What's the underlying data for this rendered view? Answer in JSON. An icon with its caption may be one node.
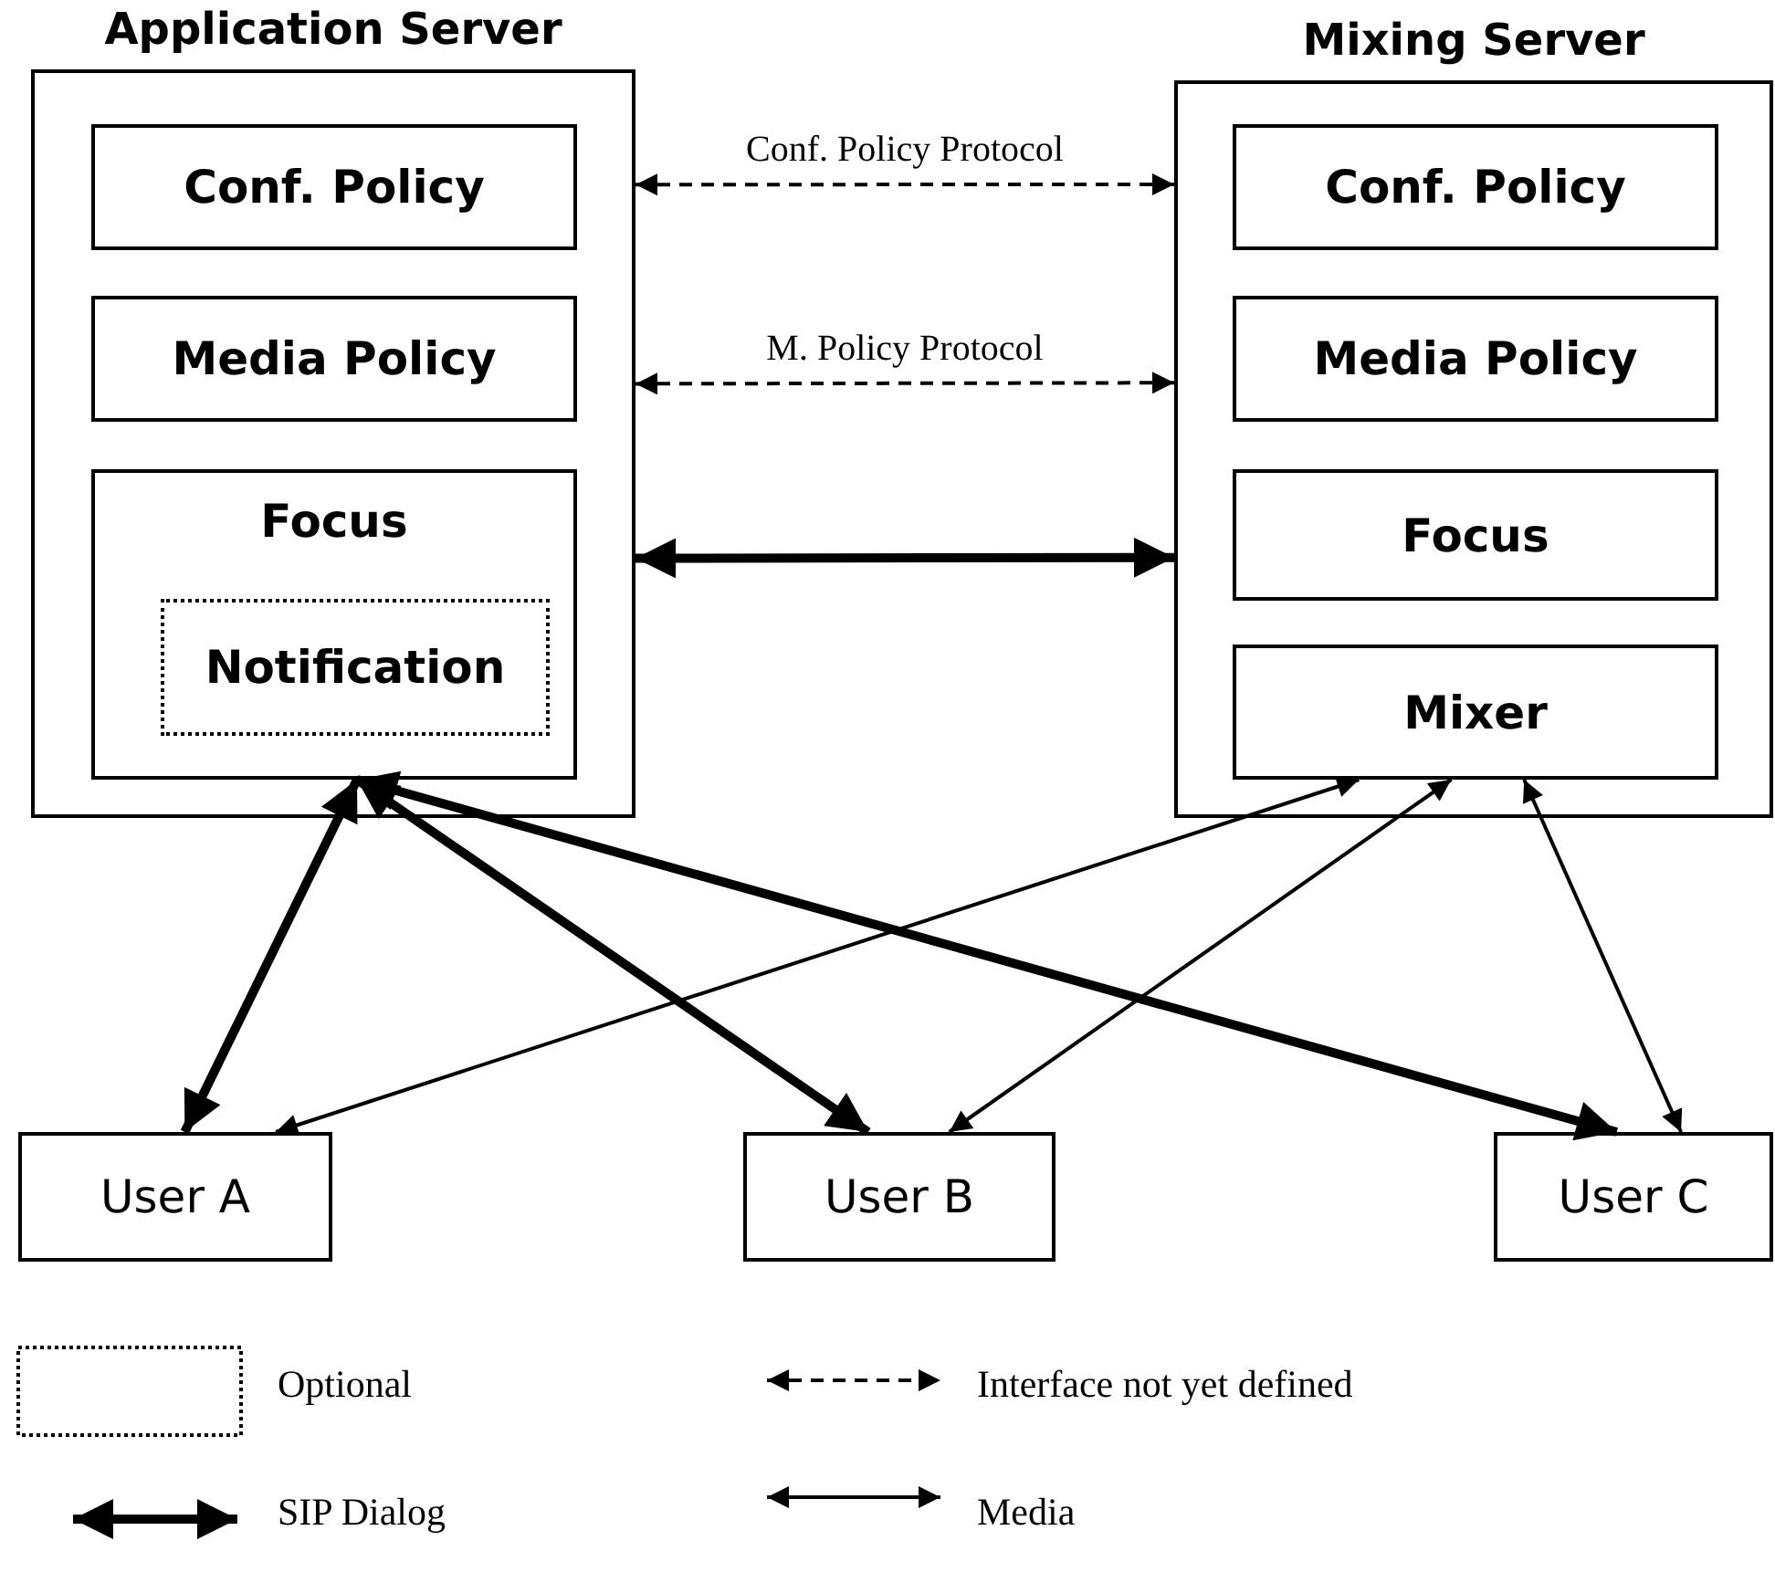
{
  "diagram": {
    "nodes": [
      {
        "text": [
          "Application Server"
        ]
      },
      {
        "text": [
          "Conf. Policy"
        ],
        "in": 0
      },
      {
        "text": [
          "Media Policy"
        ],
        "in": 0
      },
      {
        "text": [
          "Focus"
        ],
        "in": 0
      },
      {
        "text": [
          "Notification"
        ],
        "in": 3
      },
      {
        "text": [
          "Mixing Server"
        ]
      },
      {
        "text": [
          "Conf. Policy"
        ],
        "in": 5
      },
      {
        "text": [
          "Media Policy"
        ],
        "in": 5
      },
      {
        "text": [
          "Focus"
        ],
        "in": 5
      },
      {
        "text": [
          "Mixer"
        ],
        "in": 5
      },
      {
        "text": [
          "User A"
        ]
      },
      {
        "text": [
          "User B"
        ]
      },
      {
        "text": [
          "User C"
        ]
      }
    ],
    "edges": [
      {
        "from": 0,
        "to": 5,
        "arrow": "both",
        "label": "Conf. Policy Protocol",
        "style": "dashed"
      },
      {
        "from": 0,
        "to": 5,
        "arrow": "both",
        "label": "M. Policy Protocol",
        "style": "dashed"
      },
      {
        "from": 0,
        "to": 5,
        "arrow": "both",
        "style": "thick"
      },
      {
        "from": 3,
        "to": 10,
        "arrow": "both",
        "style": "thick"
      },
      {
        "from": 3,
        "to": 11,
        "arrow": "both",
        "style": "thick"
      },
      {
        "from": 3,
        "to": 12,
        "arrow": "both",
        "style": "thick"
      },
      {
        "from": 9,
        "to": 10,
        "arrow": "both"
      },
      {
        "from": 9,
        "to": 11,
        "arrow": "both"
      },
      {
        "from": 9,
        "to": 12,
        "arrow": "both"
      }
    ],
    "legend": [
      {
        "text": "Optional"
      },
      {
        "text": "Interface not yet defined"
      },
      {
        "text": "SIP Dialog"
      },
      {
        "text": "Media"
      }
    ]
  }
}
